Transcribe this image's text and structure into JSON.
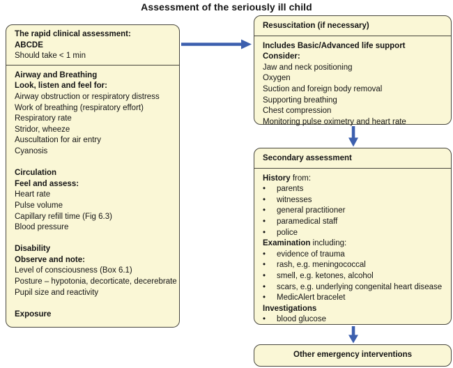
{
  "title": "Assessment of the seriously ill child",
  "colors": {
    "box_fill": "#faf7d6",
    "box_border": "#46453c",
    "arrow": "#3c5fae",
    "text": "#141414",
    "background": "#ffffff"
  },
  "left_box": {
    "header_line1": "The rapid clinical assessment:",
    "header_line2": "ABCDE",
    "header_line3": "Should take < 1 min",
    "sections": [
      {
        "heading": "Airway and Breathing",
        "subheading": "Look, listen and feel for:",
        "items": [
          "Airway obstruction or respiratory distress",
          "Work of breathing (respiratory effort)",
          "Respiratory rate",
          "Stridor, wheeze",
          "Auscultation for air entry",
          "Cyanosis"
        ]
      },
      {
        "heading": "Circulation",
        "subheading": "Feel and assess:",
        "items": [
          "Heart rate",
          "Pulse volume",
          "Capillary refill time (Fig 6.3)",
          "Blood pressure"
        ]
      },
      {
        "heading": "Disability",
        "subheading": "Observe and note:",
        "items": [
          "Level of consciousness (Box 6.1)",
          "Posture – hypotonia, decorticate, decerebrate",
          "Pupil size and reactivity"
        ]
      },
      {
        "heading": "Exposure",
        "subheading": "",
        "items": []
      }
    ]
  },
  "resuscitation_box": {
    "header": "Resuscitation (if necessary)",
    "bold_line1": "Includes Basic/Advanced life support",
    "bold_line2": "Consider:",
    "items": [
      "Jaw and neck positioning",
      "Oxygen",
      "Suction and foreign body removal",
      "Supporting breathing",
      "Chest compression",
      "Monitoring pulse oximetry and heart rate"
    ]
  },
  "secondary_box": {
    "header": "Secondary assessment",
    "bullet_char": "•",
    "groups": [
      {
        "label_bold": "History",
        "label_rest": " from:",
        "bullets": [
          "parents",
          "witnesses",
          "general practitioner",
          "paramedical staff",
          "police"
        ]
      },
      {
        "label_bold": "Examination",
        "label_rest": " including:",
        "bullets": [
          "evidence of trauma",
          "rash, e.g. meningococcal",
          "smell, e.g. ketones, alcohol",
          "scars, e.g. underlying congenital heart disease",
          "MedicAlert bracelet"
        ]
      },
      {
        "label_bold": "Investigations",
        "label_rest": "",
        "bullets": [
          "blood glucose"
        ]
      }
    ]
  },
  "other_box": {
    "label": "Other emergency interventions"
  }
}
